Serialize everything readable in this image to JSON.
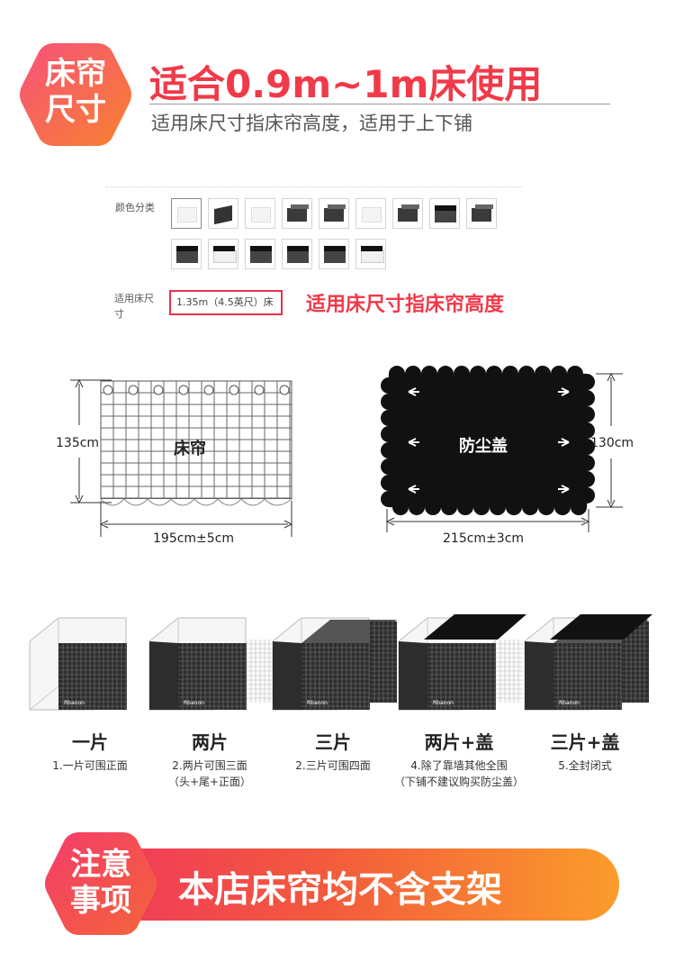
{
  "header": {
    "badge_line1": "床帘",
    "badge_line2": "尺寸",
    "title": "适合0.9m~1m床使用",
    "subtitle": "适用床尺寸指床帘高度，适用于上下铺"
  },
  "options_panel": {
    "color_label": "颜色分类",
    "size_label": "适用床尺寸",
    "selected_size": "1.35m（4.5英尺）床",
    "size_note": "适用床尺寸指床帘高度"
  },
  "curtain_diagram": {
    "label": "床帘",
    "height": "135cm",
    "width": "195cm±5cm"
  },
  "cover_diagram": {
    "label": "防尘盖",
    "height": "130cm",
    "width": "215cm±3cm"
  },
  "install_options": [
    {
      "title": "一片",
      "desc": "1.一片可围正面",
      "desc2": ""
    },
    {
      "title": "两片",
      "desc": "2.两片可围三面",
      "desc2": "（头+尾+正面）"
    },
    {
      "title": "三片",
      "desc": "2.三片可围四面",
      "desc2": ""
    },
    {
      "title": "两片+盖",
      "desc": "4.除了靠墙其他全围",
      "desc2": "（下铺不建议购买防尘盖）"
    },
    {
      "title": "三片+盖",
      "desc": "5.全封闭式",
      "desc2": ""
    }
  ],
  "notice": {
    "badge_line1": "注意",
    "badge_line2": "事项",
    "text": "本店床帘均不含支架"
  },
  "colors": {
    "accent": "#f03a4a",
    "gradient_start": "#f0355f",
    "gradient_end": "#fb9c2b",
    "grid_dark": "#2b2b2b"
  }
}
